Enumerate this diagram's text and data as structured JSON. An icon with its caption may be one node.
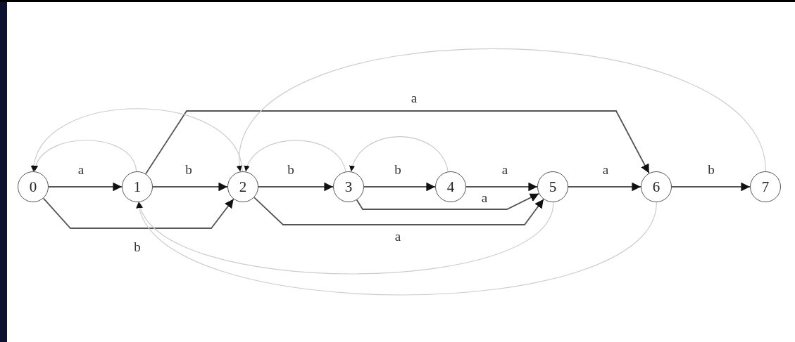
{
  "diagram": {
    "nodes": [
      {
        "text": [
          "0"
        ]
      },
      {
        "text": [
          "1"
        ]
      },
      {
        "text": [
          "2"
        ]
      },
      {
        "text": [
          "3"
        ]
      },
      {
        "text": [
          "4"
        ]
      },
      {
        "text": [
          "5"
        ]
      },
      {
        "text": [
          "6"
        ]
      },
      {
        "text": [
          "7"
        ]
      }
    ],
    "edges": [
      {
        "from": 0,
        "to": 1,
        "arrow": "to",
        "label": "a"
      },
      {
        "from": 1,
        "to": 2,
        "arrow": "to",
        "label": "b"
      },
      {
        "from": 2,
        "to": 3,
        "arrow": "to",
        "label": "b"
      },
      {
        "from": 3,
        "to": 4,
        "arrow": "to",
        "label": "b"
      },
      {
        "from": 4,
        "to": 5,
        "arrow": "to",
        "label": "a"
      },
      {
        "from": 5,
        "to": 6,
        "arrow": "to",
        "label": "a"
      },
      {
        "from": 6,
        "to": 7,
        "arrow": "to",
        "label": "b"
      },
      {
        "from": 0,
        "to": 2,
        "arrow": "to",
        "label": "b"
      },
      {
        "from": 1,
        "to": 6,
        "arrow": "to",
        "label": "a"
      },
      {
        "from": 3,
        "to": 5,
        "arrow": "to",
        "label": "a"
      },
      {
        "from": 2,
        "to": 5,
        "arrow": "to",
        "label": "a"
      },
      {
        "from": 1,
        "to": 0,
        "arrow": "to",
        "color": "#cccccc"
      },
      {
        "from": 2,
        "to": 0,
        "arrow": "to",
        "color": "#cccccc"
      },
      {
        "from": 3,
        "to": 2,
        "arrow": "to",
        "color": "#cccccc"
      },
      {
        "from": 4,
        "to": 3,
        "arrow": "to",
        "color": "#cccccc"
      },
      {
        "from": 5,
        "to": 1,
        "arrow": "to",
        "color": "#cccccc"
      },
      {
        "from": 6,
        "to": 1,
        "arrow": "to",
        "color": "#cccccc"
      },
      {
        "from": 7,
        "to": 2,
        "arrow": "to",
        "color": "#cccccc"
      }
    ]
  }
}
